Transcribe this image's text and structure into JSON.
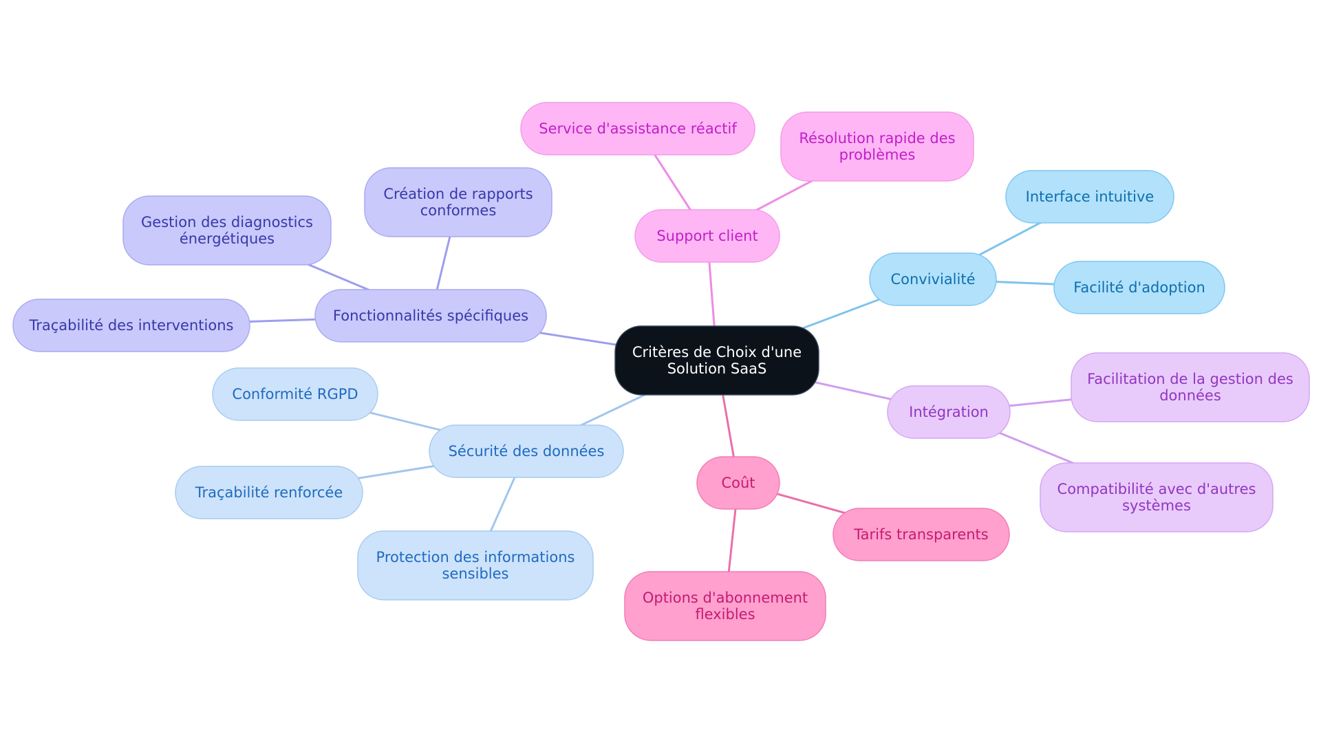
{
  "diagram": {
    "type": "mindmap",
    "root": {
      "label": [
        "Critères de Choix d'une",
        "Solution SaaS"
      ]
    },
    "branches": [
      {
        "label": [
          "Support client"
        ],
        "colors": {
          "fill": "#ffb6f5",
          "stroke": "#f49ae9",
          "text": "#c11ec9",
          "edge": "#ee8be4"
        },
        "children": [
          {
            "label": [
              "Service d'assistance réactif"
            ]
          },
          {
            "label": [
              "Résolution rapide des",
              "problèmes"
            ]
          }
        ]
      },
      {
        "label": [
          "Convivialité"
        ],
        "colors": {
          "fill": "#b2e1fb",
          "stroke": "#7fc6f0",
          "text": "#0e6fae",
          "edge": "#7ec3ec"
        },
        "children": [
          {
            "label": [
              "Interface intuitive"
            ]
          },
          {
            "label": [
              "Facilité d'adoption"
            ]
          }
        ]
      },
      {
        "label": [
          "Intégration"
        ],
        "colors": {
          "fill": "#e8cbfb",
          "stroke": "#d4a5f2",
          "text": "#9236c0",
          "edge": "#cf9ef0"
        },
        "children": [
          {
            "label": [
              "Facilitation de la gestion des",
              "données"
            ]
          },
          {
            "label": [
              "Compatibilité avec d'autres",
              "systèmes"
            ]
          }
        ]
      },
      {
        "label": [
          "Coût"
        ],
        "colors": {
          "fill": "#ffa0ce",
          "stroke": "#f27bb5",
          "text": "#c51a70",
          "edge": "#ea6fa9"
        },
        "children": [
          {
            "label": [
              "Tarifs transparents"
            ]
          },
          {
            "label": [
              "Options d'abonnement",
              "flexibles"
            ]
          }
        ]
      },
      {
        "label": [
          "Sécurité des données"
        ],
        "colors": {
          "fill": "#cde3fb",
          "stroke": "#a7cbef",
          "text": "#1f6ac0",
          "edge": "#a2c6ec"
        },
        "children": [
          {
            "label": [
              "Conformité RGPD"
            ]
          },
          {
            "label": [
              "Traçabilité renforcée"
            ]
          },
          {
            "label": [
              "Protection des informations",
              "sensibles"
            ]
          }
        ]
      },
      {
        "label": [
          "Fonctionnalités spécifiques"
        ],
        "colors": {
          "fill": "#c9c9fc",
          "stroke": "#a9a9ef",
          "text": "#3838a8",
          "edge": "#9d9df0"
        },
        "children": [
          {
            "label": [
              "Création de rapports",
              "conformes"
            ]
          },
          {
            "label": [
              "Gestion des diagnostics",
              "énergétiques"
            ]
          },
          {
            "label": [
              "Traçabilité des interventions"
            ]
          }
        ]
      }
    ]
  },
  "colors": {
    "root_fill": "#0c121a",
    "root_stroke": "#3a4a5c",
    "root_text": "#ffffff"
  }
}
